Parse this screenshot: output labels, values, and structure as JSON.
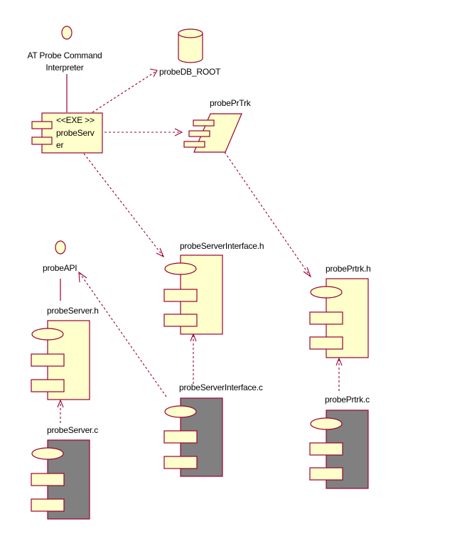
{
  "diagram": {
    "type": "UML component diagram",
    "colors": {
      "line": "#990033",
      "fill": "#ffffcc",
      "body_fill": "#808080",
      "background": "#ffffff",
      "text": "#000000"
    },
    "interfaces": [
      {
        "id": "at-probe",
        "label_line1": "AT Probe Command",
        "label_line2": "Interpreter"
      },
      {
        "id": "probe-api",
        "label": "probeAPI"
      }
    ],
    "database": {
      "id": "probe-db-root",
      "label": "probeDB_ROOT"
    },
    "executable": {
      "id": "probe-server-exe",
      "stereotype": "<<EXE >>",
      "label_line1": "probeServ",
      "label_line2": "er"
    },
    "package": {
      "id": "probe-pr-trk",
      "label": "probePrTrk"
    },
    "components": [
      {
        "id": "probe-server-interface-h",
        "label": "probeServerInterface.h",
        "kind": "spec"
      },
      {
        "id": "probe-prtrk-h",
        "label": "probePrtrk.h",
        "kind": "spec"
      },
      {
        "id": "probe-server-h",
        "label": "probeServer.h",
        "kind": "spec"
      },
      {
        "id": "probe-server-interface-c",
        "label": "probeServerInterface.c",
        "kind": "body"
      },
      {
        "id": "probe-prtrk-c",
        "label": "probePrtrk.c",
        "kind": "body"
      },
      {
        "id": "probe-server-c",
        "label": "probeServer.c",
        "kind": "body"
      }
    ],
    "dependencies": [
      {
        "from": "probeServer",
        "to": "probeDB_ROOT"
      },
      {
        "from": "probeServer",
        "to": "probePrTrk"
      },
      {
        "from": "probeServer",
        "to": "probeServerInterface.h"
      },
      {
        "from": "probePrTrk",
        "to": "probePrtrk.h"
      },
      {
        "from": "probeServerInterface.c",
        "to": "probeServerInterface.h"
      },
      {
        "from": "probeServerInterface.c",
        "to": "probeAPI"
      },
      {
        "from": "probePrtrk.c",
        "to": "probePrtrk.h"
      },
      {
        "from": "probeServer.c",
        "to": "probeServer.h"
      }
    ],
    "realizations": [
      {
        "from": "probeServer",
        "to": "AT Probe Command Interpreter"
      },
      {
        "from": "probeServer.h",
        "to": "probeAPI"
      }
    ]
  }
}
